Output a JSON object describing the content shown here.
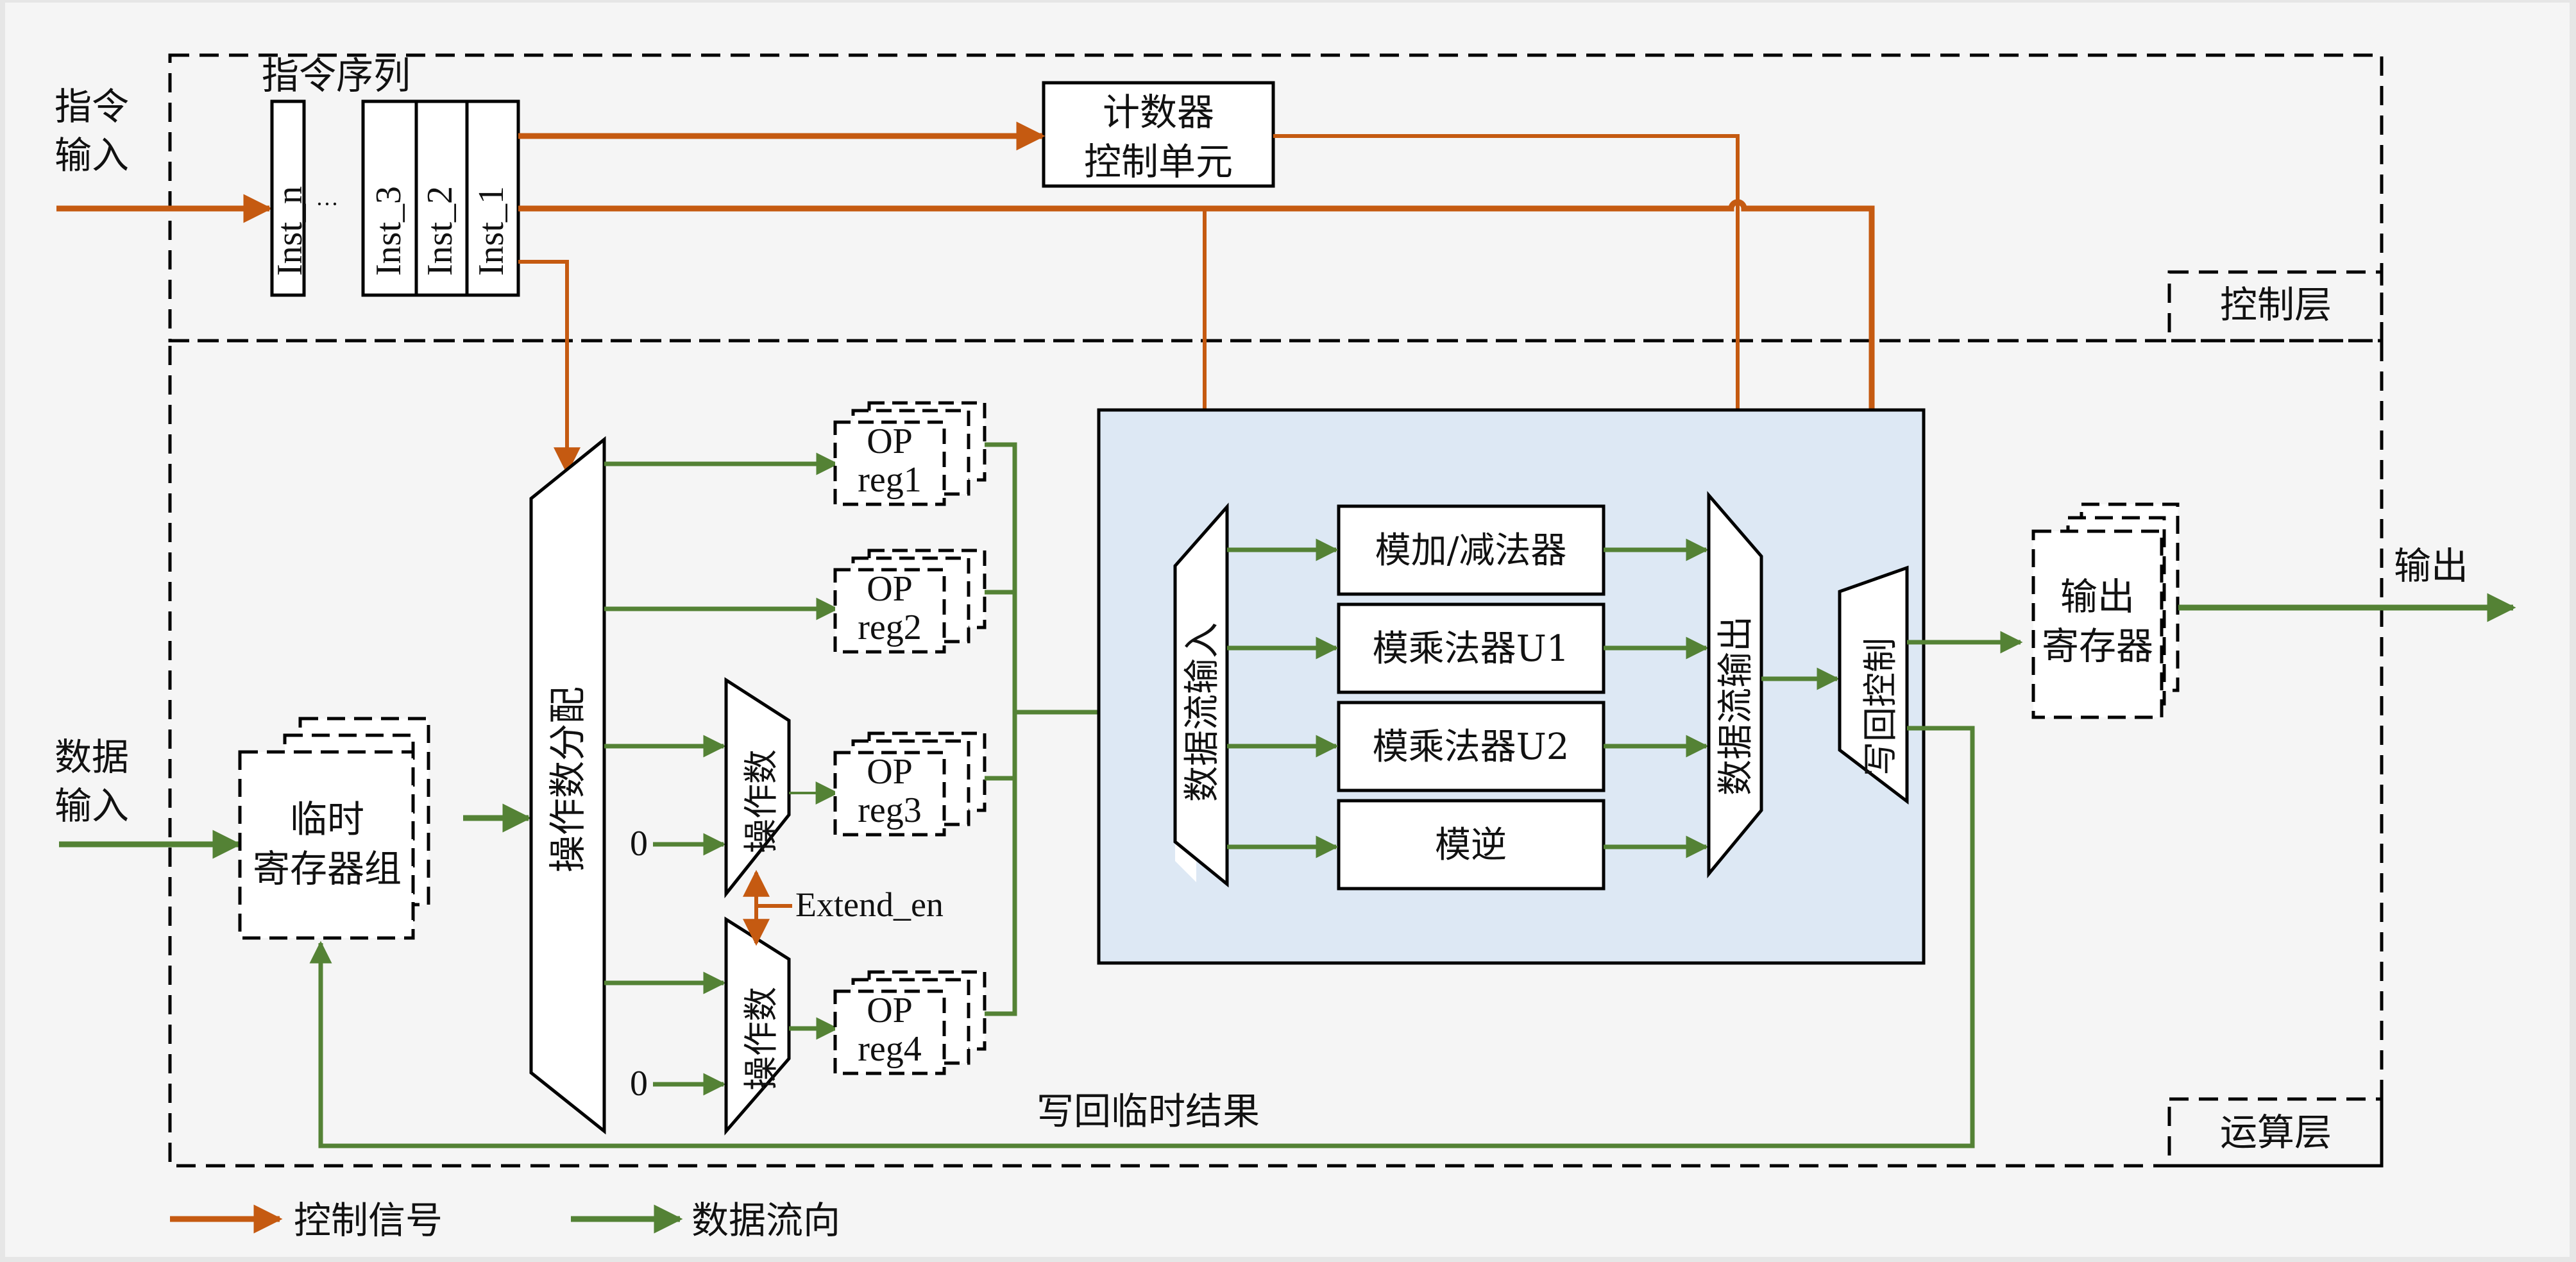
{
  "colors": {
    "background": "#f5f5f5",
    "frame": "#e6e6e6",
    "control": "#c55a11",
    "data": "#548235",
    "compute_panel": "#dde8f4",
    "box_fill": "#ffffff",
    "stroke": "#000000"
  },
  "layers": {
    "control_layer": "控制层",
    "compute_layer": "运算层"
  },
  "inputs": {
    "instruction_input": [
      "指令",
      "输入"
    ],
    "data_input": [
      "数据",
      "输入"
    ]
  },
  "instruction_sequence": {
    "title": "指令序列",
    "items": [
      "Inst_n",
      "Inst_3",
      "Inst_2",
      "Inst_1"
    ],
    "ellipsis": "···"
  },
  "counter_unit": [
    "计数器",
    "控制单元"
  ],
  "temp_register_group": [
    "临时",
    "寄存器组"
  ],
  "operand_distributor": "操作数分配",
  "operand_muxes": [
    "操作数",
    "操作数"
  ],
  "zero_inputs": [
    "0",
    "0"
  ],
  "extend_signal": "Extend_en",
  "op_registers": [
    {
      "line1": "OP",
      "line2": "reg1"
    },
    {
      "line1": "OP",
      "line2": "reg2"
    },
    {
      "line1": "OP",
      "line2": "reg3"
    },
    {
      "line1": "OP",
      "line2": "reg4"
    }
  ],
  "compute_core": {
    "dataflow_in": "数据流输入",
    "dataflow_out": "数据流输出",
    "units": [
      "模加/减法器",
      "模乘法器U1",
      "模乘法器U2",
      "模逆"
    ]
  },
  "writeback_control": "写回控制",
  "output_register": [
    "输出",
    "寄存器"
  ],
  "output_label": "输出",
  "writeback_label": "写回临时结果",
  "legend": [
    {
      "label": "控制信号",
      "kind": "control"
    },
    {
      "label": "数据流向",
      "kind": "data"
    }
  ]
}
